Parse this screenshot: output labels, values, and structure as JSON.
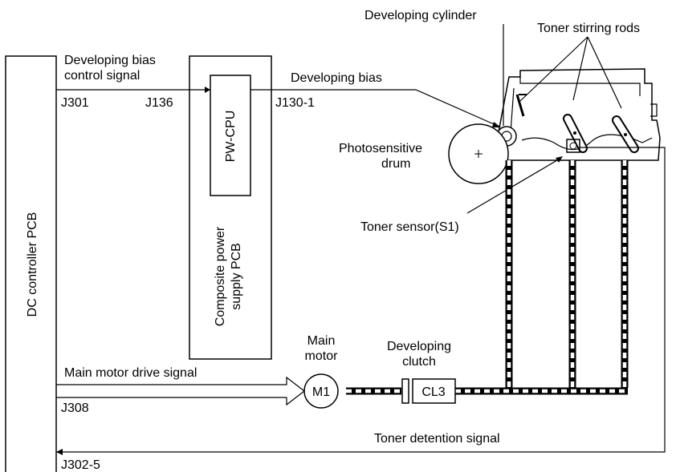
{
  "labels": {
    "dc_controller": "DC controller PCB",
    "bias_signal_line1": "Developing bias",
    "bias_signal_line2": "control signal",
    "j301": "J301",
    "j136": "J136",
    "pw_cpu": "PW-CPU",
    "composite_line1": "Composite power",
    "composite_line2": "supply PCB",
    "j130": "J130-1",
    "developing_bias": "Developing bias",
    "developing_cylinder": "Developing cylinder",
    "toner_stirring_rods": "Toner stirring rods",
    "photo_line1": "Photosensitive",
    "photo_line2": "drum",
    "toner_sensor": "Toner sensor(S1)",
    "main_motor_line1": "Main",
    "main_motor_line2": "motor",
    "m1": "M1",
    "dev_clutch_line1": "Developing",
    "dev_clutch_line2": "clutch",
    "cl3": "CL3",
    "main_motor_drive": "Main motor drive signal",
    "j308": "J308",
    "toner_detention": "Toner detention signal",
    "j302": "J302-5"
  }
}
